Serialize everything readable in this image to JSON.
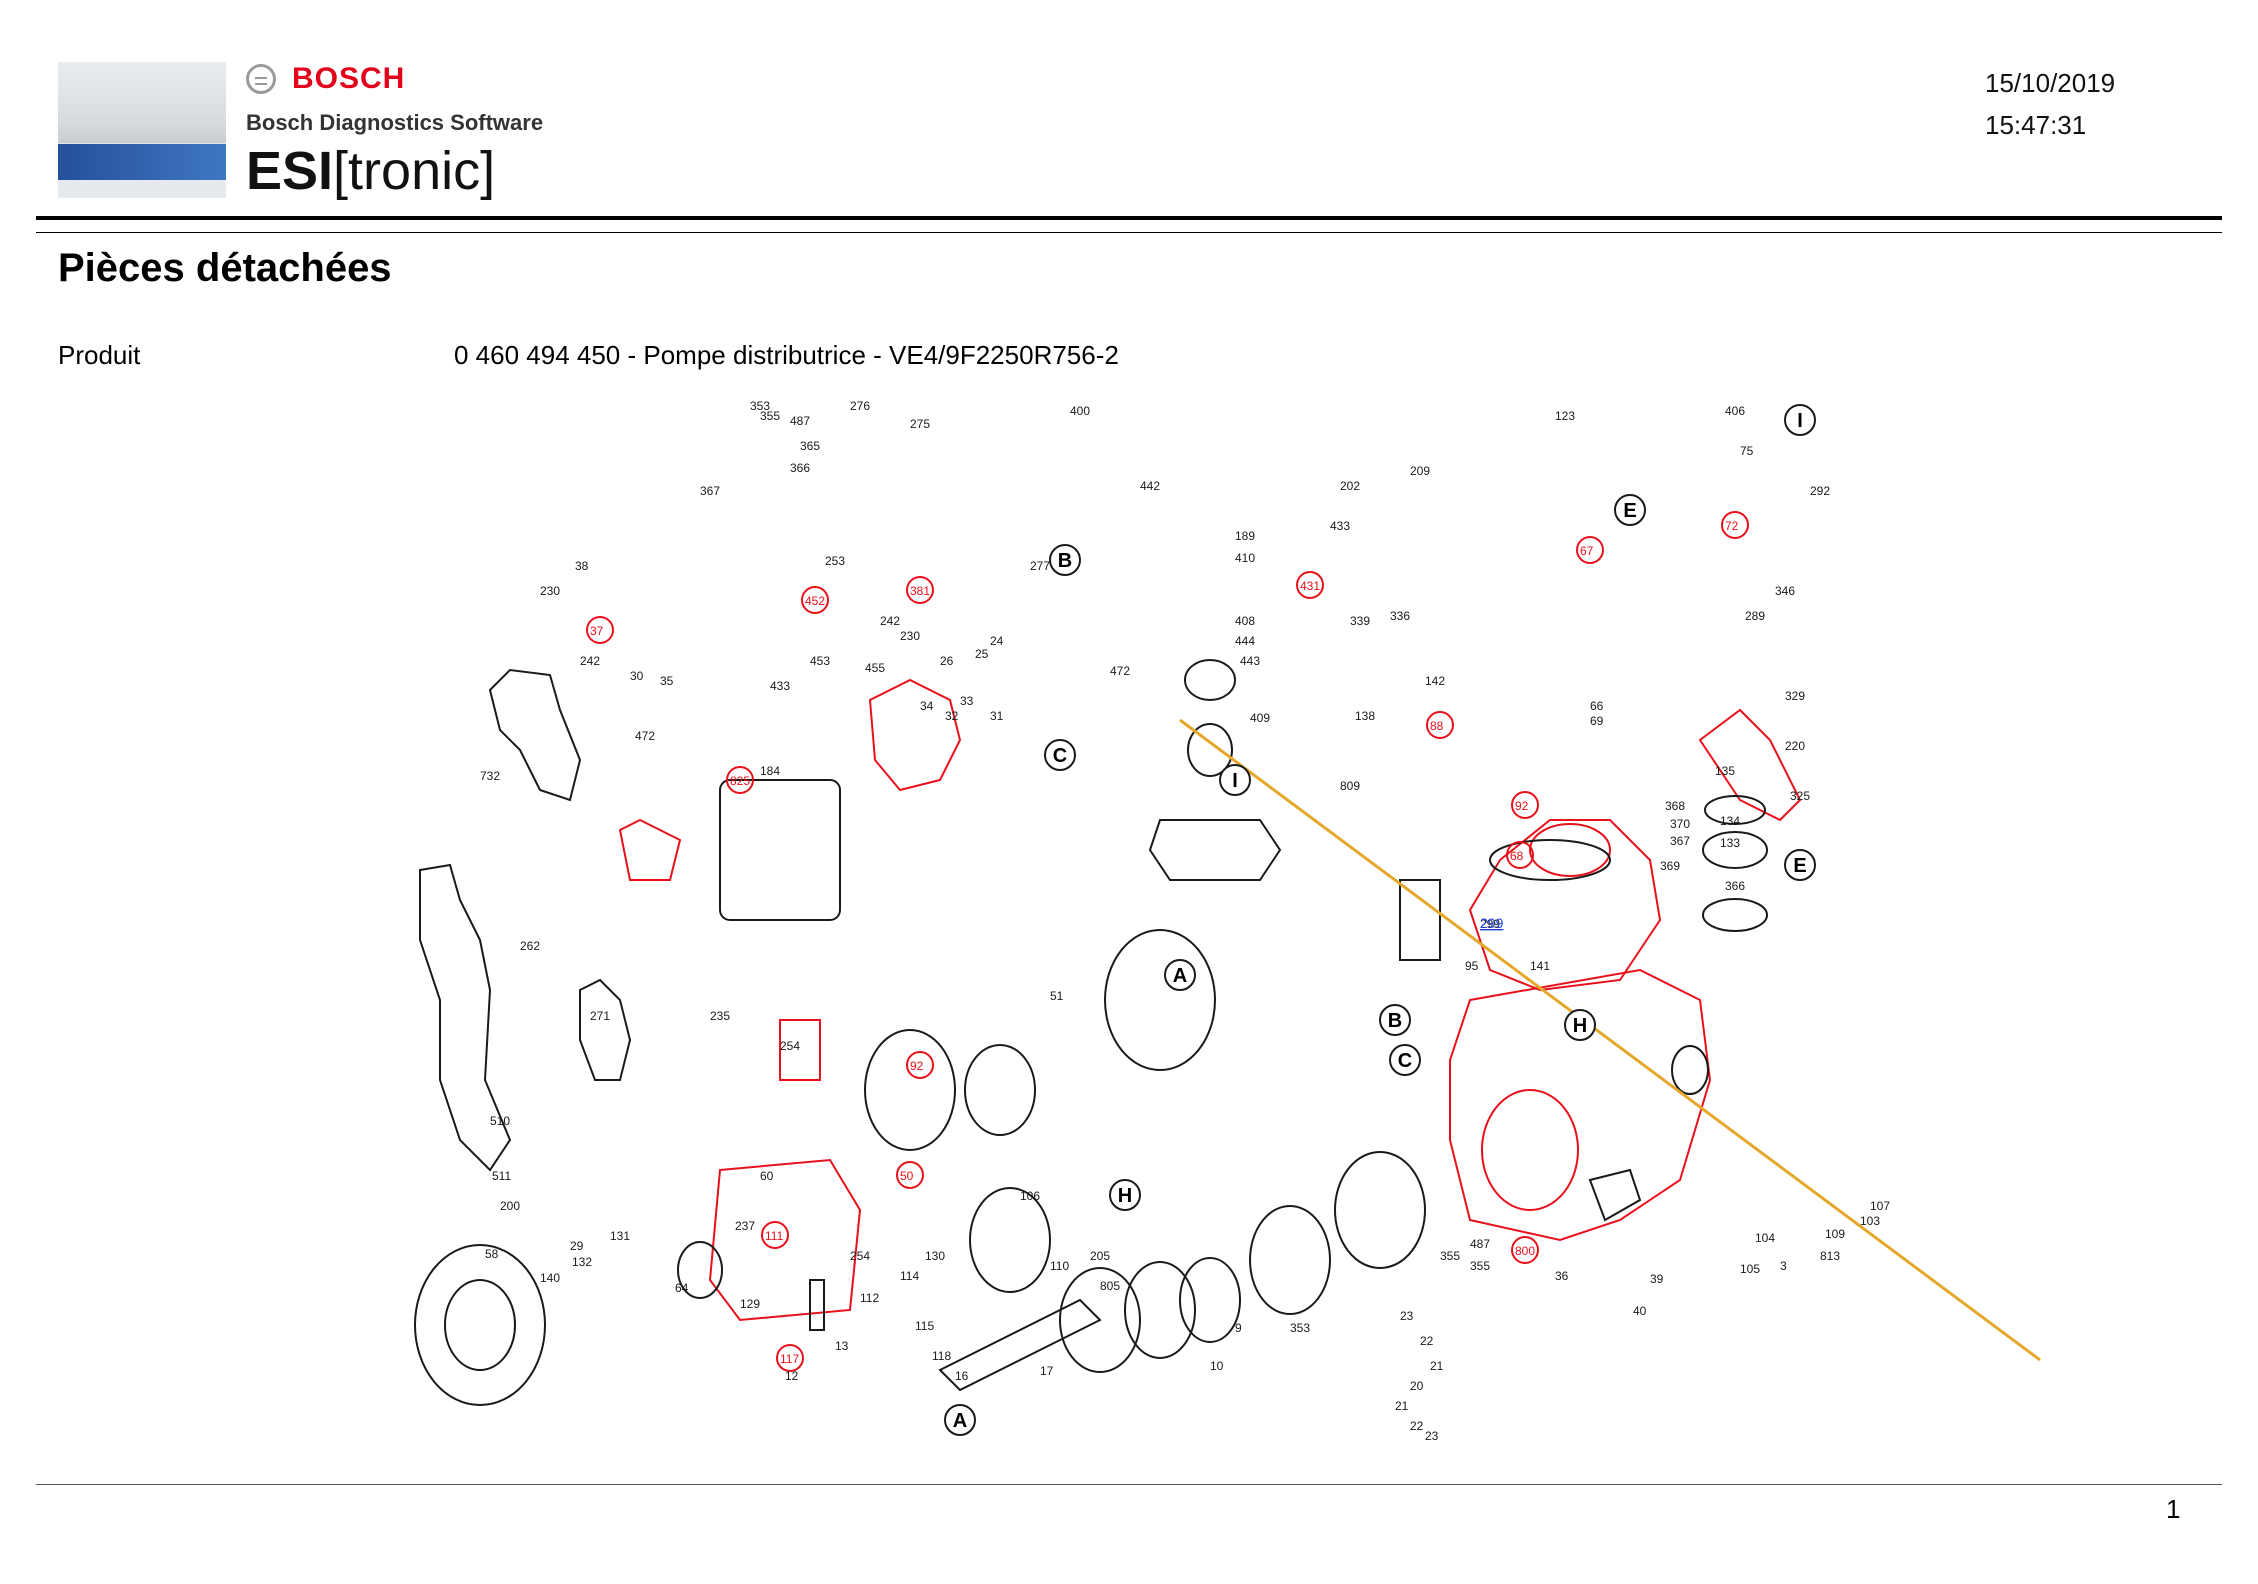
{
  "header": {
    "brand": "BOSCH",
    "software": "Bosch Diagnostics Software",
    "product_name_bold": "ESI",
    "product_name_rest": "[tronic]",
    "date": "15/10/2019",
    "time": "15:47:31"
  },
  "page": {
    "title": "Pièces détachées",
    "product_label": "Produit",
    "product_value": "0 460 494 450 - Pompe distributrice - VE4/9F2250R756-2",
    "page_number": "1"
  },
  "diagram": {
    "link_label": "299",
    "part_numbers": [
      "353",
      "355",
      "487",
      "276",
      "275",
      "400",
      "123",
      "406",
      "75",
      "292",
      "365",
      "366",
      "367",
      "442",
      "189",
      "410",
      "202",
      "209",
      "433",
      "431",
      "67",
      "72",
      "38",
      "37",
      "230",
      "242",
      "452",
      "453",
      "455",
      "381",
      "253",
      "277",
      "30",
      "35",
      "242",
      "230",
      "24",
      "25",
      "26",
      "34",
      "33",
      "32",
      "31",
      "408",
      "444",
      "443",
      "472",
      "409",
      "339",
      "336",
      "142",
      "138",
      "809",
      "88",
      "66",
      "69",
      "346",
      "289",
      "329",
      "220",
      "325",
      "135",
      "368",
      "370",
      "367",
      "369",
      "134",
      "133",
      "366",
      "92",
      "68",
      "299",
      "95",
      "141",
      "732",
      "472",
      "433",
      "184",
      "825",
      "262",
      "235",
      "271",
      "254",
      "510",
      "511",
      "60",
      "254",
      "237",
      "200",
      "29",
      "51",
      "106",
      "92",
      "50",
      "130",
      "131",
      "132",
      "140",
      "58",
      "64",
      "129",
      "111",
      "110",
      "205",
      "805",
      "112",
      "114",
      "115",
      "118",
      "117",
      "13",
      "12",
      "16",
      "17",
      "10",
      "9",
      "353",
      "355",
      "487",
      "355",
      "800",
      "36",
      "39",
      "40",
      "105",
      "104",
      "109",
      "103",
      "107",
      "813",
      "3",
      "23",
      "22",
      "21",
      "20",
      "21",
      "22",
      "23"
    ],
    "callout_letters": [
      "A",
      "B",
      "C",
      "E",
      "H",
      "I"
    ],
    "colors": {
      "highlight": "#e8101a",
      "line": "#1a1a1a",
      "pointer": "#e5a82a",
      "link": "#1a3fd6"
    }
  }
}
